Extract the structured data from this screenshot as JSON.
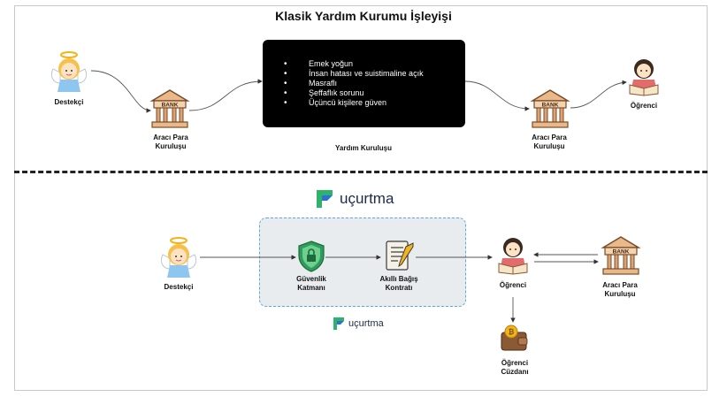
{
  "title": "Klasik Yardım Kurumu İşleyişi",
  "classic": {
    "supporter_label": "Destekçi",
    "bank_left_label_1": "Aracı Para",
    "bank_left_label_2": "Kuruluşu",
    "bank_text": "BANK",
    "issues": [
      "Emek yoğun",
      "İnsan hatası ve suistimaline açık",
      "Masraflı",
      "Şeffaflık sorunu",
      "Üçüncü kişilere güven"
    ],
    "box_caption": "Yardım Kuruluşu",
    "bank_right_label_1": "Aracı Para",
    "bank_right_label_2": "Kuruluşu",
    "student_label": "Öğrenci"
  },
  "ucurtma": {
    "brand": "uçurtma",
    "supporter_label": "Destekçi",
    "security_label_1": "Güvenlik",
    "security_label_2": "Katmanı",
    "contract_label_1": "Akıllı Bağış",
    "contract_label_2": "Kontratı",
    "student_label": "Öğrenci",
    "bank_label_1": "Aracı Para",
    "bank_label_2": "Kuruluşu",
    "bank_text": "BANK",
    "wallet_label_1": "Öğrenci",
    "wallet_label_2": "Cüzdanı",
    "brand_small": "uçurtma"
  },
  "colors": {
    "brand_green": "#2fb36b",
    "brand_blue": "#2a6fdb",
    "shield_green": "#2e9d5b",
    "bank_brown": "#7a4b2a",
    "bank_tan": "#e9b98a",
    "wallet_brown": "#8a5a36",
    "coin_gold": "#f2b31b"
  }
}
